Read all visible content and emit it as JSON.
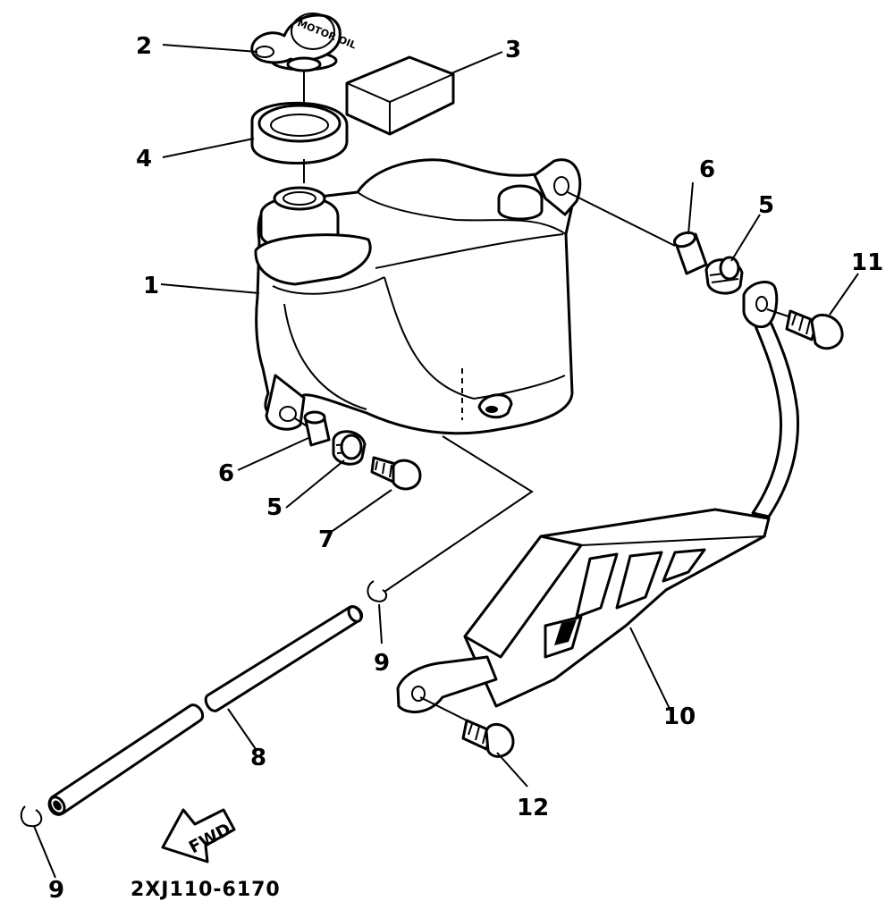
{
  "diagram": {
    "code": "2XJ110-6170",
    "fwd_label": "FWD",
    "cap_text": "MOTOR OIL",
    "callouts": {
      "c1": "1",
      "c2": "2",
      "c3": "3",
      "c4": "4",
      "c5a": "5",
      "c5b": "5",
      "c6a": "6",
      "c6b": "6",
      "c7": "7",
      "c8": "8",
      "c9a": "9",
      "c9b": "9",
      "c10": "10",
      "c11": "11",
      "c12": "12"
    }
  }
}
